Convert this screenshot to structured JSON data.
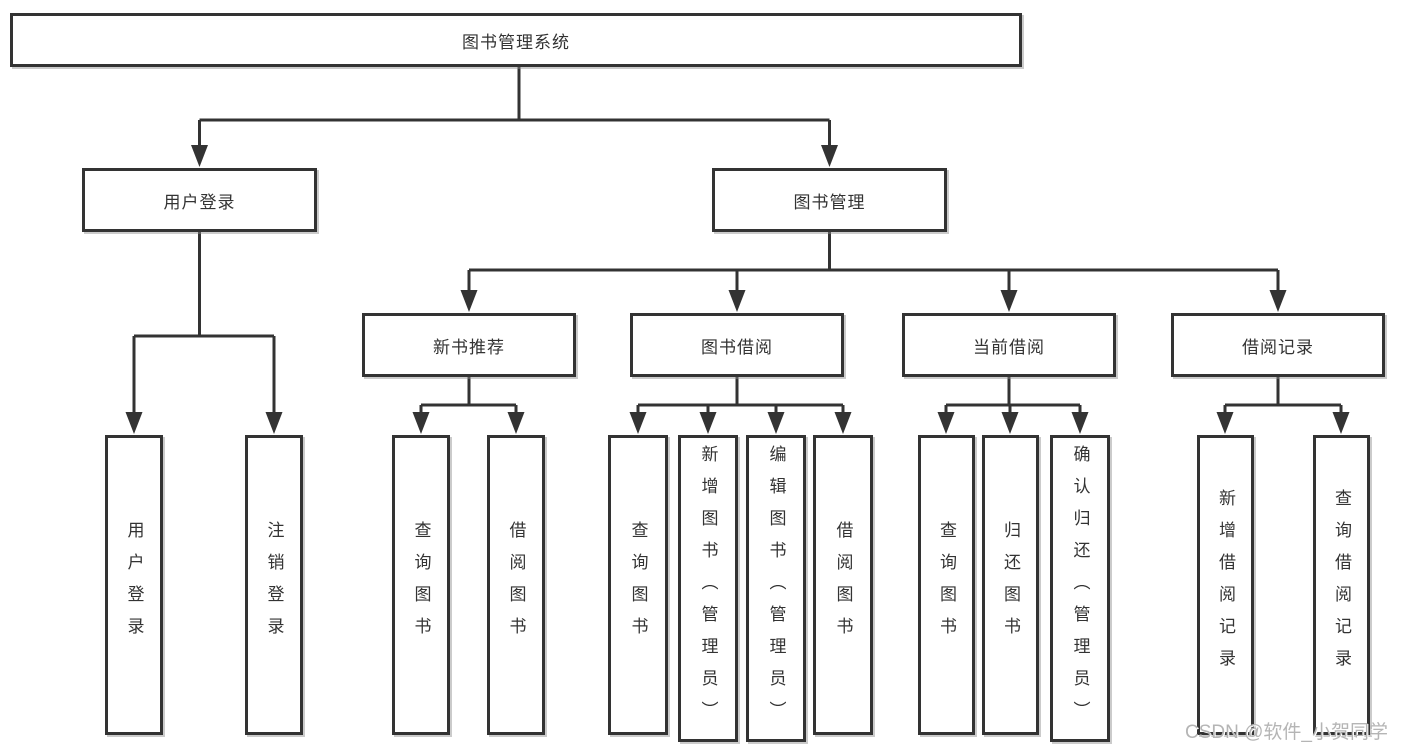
{
  "diagram": {
    "type": "tree",
    "colors": {
      "line": "#333333",
      "box_border": "#333333",
      "text": "#333333",
      "background": "#ffffff",
      "watermark": "#b5b5b5"
    },
    "tree": {
      "root": {
        "label": "图书管理系统",
        "children": [
          {
            "label": "用户登录",
            "children": [
              {
                "label": "用户登录"
              },
              {
                "label": "注销登录"
              }
            ]
          },
          {
            "label": "图书管理",
            "children": [
              {
                "label": "新书推荐",
                "children": [
                  {
                    "label": "查询图书"
                  },
                  {
                    "label": "借阅图书"
                  }
                ]
              },
              {
                "label": "图书借阅",
                "children": [
                  {
                    "label": "查询图书"
                  },
                  {
                    "label": "新增图书（管理员）"
                  },
                  {
                    "label": "编辑图书（管理员）"
                  },
                  {
                    "label": "借阅图书"
                  }
                ]
              },
              {
                "label": "当前借阅",
                "children": [
                  {
                    "label": "查询图书"
                  },
                  {
                    "label": "归还图书"
                  },
                  {
                    "label": "确认归还（管理员）"
                  }
                ]
              },
              {
                "label": "借阅记录",
                "children": [
                  {
                    "label": "新增借阅记录"
                  },
                  {
                    "label": "查询借阅记录"
                  }
                ]
              }
            ]
          }
        ]
      }
    },
    "watermark": "CSDN @软件_小贺同学"
  }
}
